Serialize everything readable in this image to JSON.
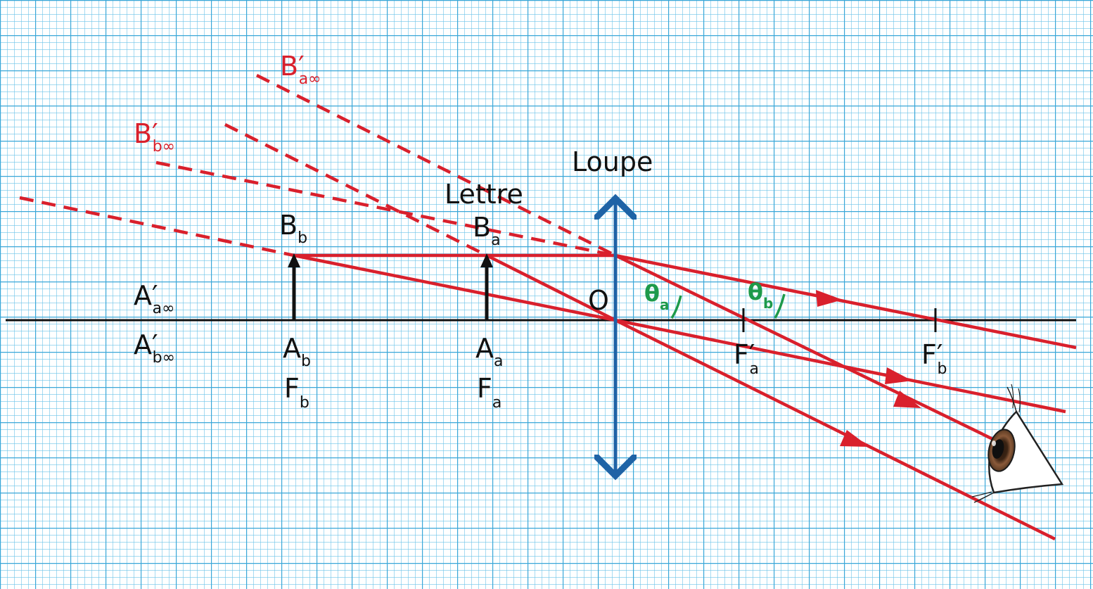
{
  "colors": {
    "grid_bg": "#ffffff",
    "grid_minor": "#6cc3e8",
    "grid_major": "#3aa7d8",
    "ray": "#d9202c",
    "axis": "#111111",
    "lens": "#1f63a6",
    "angle": "#1e9a4a",
    "text": "#111111"
  },
  "labels": {
    "loupe": "Loupe",
    "lettre": "Lettre",
    "O": "O",
    "Bb": {
      "main": "B",
      "sub": "b"
    },
    "Ba": {
      "main": "B",
      "sub": "a"
    },
    "Ab": {
      "main": "A",
      "sub": "b"
    },
    "Aa": {
      "main": "A",
      "sub": "a"
    },
    "Fb": {
      "main": "F",
      "sub": "b"
    },
    "Fa": {
      "main": "F",
      "sub": "a"
    },
    "Fpa": {
      "main": "F′",
      "sub": "a"
    },
    "Fpb": {
      "main": "F′",
      "sub": "b"
    },
    "Apa": {
      "main": "A′",
      "sub": "a∞"
    },
    "Apb": {
      "main": "A′",
      "sub": "b∞"
    },
    "Bpa": {
      "main": "B′",
      "sub": "a∞"
    },
    "Bpb": {
      "main": "B′",
      "sub": "b∞"
    },
    "theta_a": {
      "main": "θ",
      "sub": "a"
    },
    "theta_b": {
      "main": "θ",
      "sub": "b"
    }
  },
  "icons": {
    "eye": "eye-icon"
  }
}
